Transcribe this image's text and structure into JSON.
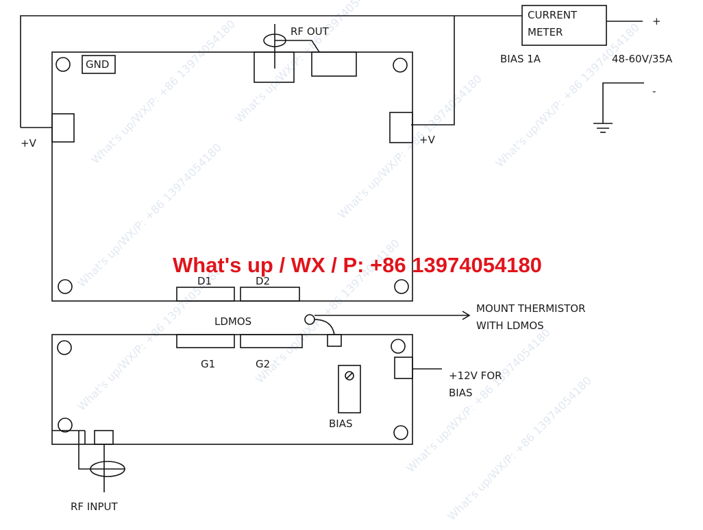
{
  "labels": {
    "current_meter_line1": "CURRENT",
    "current_meter_line2": "METER",
    "plus": "+",
    "minus": "-",
    "bias_current": "BIAS  1A",
    "supply": "48-60V/35A",
    "gnd": "GND",
    "rf_out": "RF OUT",
    "vplus_left": "+V",
    "vplus_right": "+V",
    "d1": "D1",
    "d2": "D2",
    "ldmos": "LDMOS",
    "g1": "G1",
    "g2": "G2",
    "thermistor_line1": "MOUNT THERMISTOR",
    "thermistor_line2": "WITH LDMOS",
    "bias12_line1": "+12V FOR",
    "bias12_line2": "BIAS",
    "bias_pot": "BIAS",
    "rf_input": "RF INPUT"
  },
  "banner": {
    "text": "What's up / WX / P: +86 13974054180",
    "color": "#e0141b"
  },
  "watermark": {
    "text": "What's up/WX/P: +86 13974054180"
  },
  "colors": {
    "line": "#111111",
    "watermark": "#c9d4e6"
  }
}
